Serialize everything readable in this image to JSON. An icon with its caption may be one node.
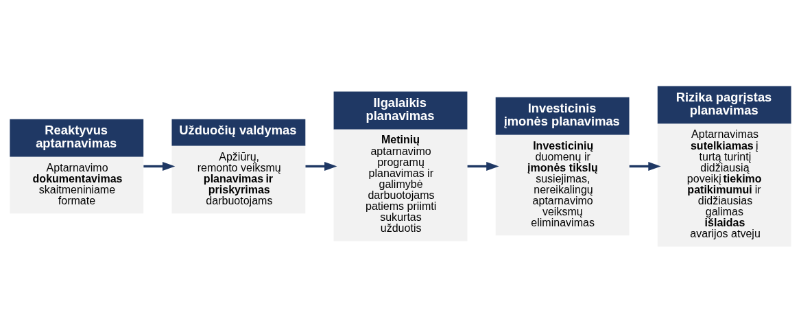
{
  "diagram": {
    "nodes": [
      {
        "text": [
          "Reaktyvus aptarnavimas",
          "Aptarnavimo **dokumentavimas** skaitmeniniame formate"
        ]
      },
      {
        "text": [
          "Užduočių valdymas",
          "Apžiūrų, remonto veiksmų **planavimas ir priskyrimas** darbuotojams"
        ]
      },
      {
        "text": [
          "Ilgalaikis planavimas",
          "**Metinių** aptarnavimo programų planavimas ir galimybė darbuotojams patiems priimti sukurtas užduotis"
        ]
      },
      {
        "text": [
          "Investicinis įmonės planavimas",
          "**Investicinių** duomenų ir **įmonės tikslų** susiejimas, nereikalingų aptarnavimo veiksmų eliminavimas"
        ]
      },
      {
        "text": [
          "Rizika pagrįstas planavimas",
          "Aptarnavimas **sutelkiamas** į turtą turintį didžiausią poveikį **tiekimo patikimumui** ir didžiausias galimas **išlaidas** avarijos atveju"
        ]
      }
    ],
    "edges": [
      {
        "from": 0,
        "to": 1,
        "arrow": "to"
      },
      {
        "from": 1,
        "to": 2,
        "arrow": "to"
      },
      {
        "from": 2,
        "to": 3,
        "arrow": "to"
      },
      {
        "from": 3,
        "to": 4,
        "arrow": "to"
      }
    ]
  }
}
